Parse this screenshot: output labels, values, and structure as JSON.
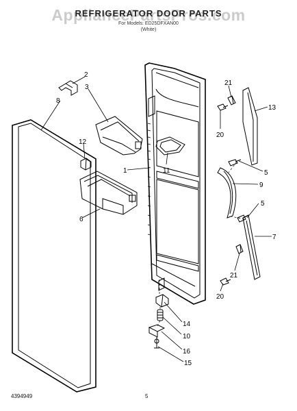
{
  "header": {
    "title": "REFRIGERATOR DOOR PARTS",
    "watermark": "AppliancePartsPros.com",
    "subtitle": "For Models: ED25DFXAN00",
    "subtitle2": "(White)"
  },
  "footer": {
    "doc_number": "4394949",
    "page_number": "5"
  },
  "callouts": {
    "c1": "1",
    "c2": "2",
    "c3": "3",
    "c5a": "5",
    "c5b": "5",
    "c6": "6",
    "c7": "7",
    "c8": "8",
    "c9": "9",
    "c10": "10",
    "c11": "11",
    "c12": "12",
    "c13": "13",
    "c14": "14",
    "c15": "15",
    "c16": "16",
    "c20a": "20",
    "c20b": "20",
    "c21a": "21",
    "c21b": "21"
  }
}
